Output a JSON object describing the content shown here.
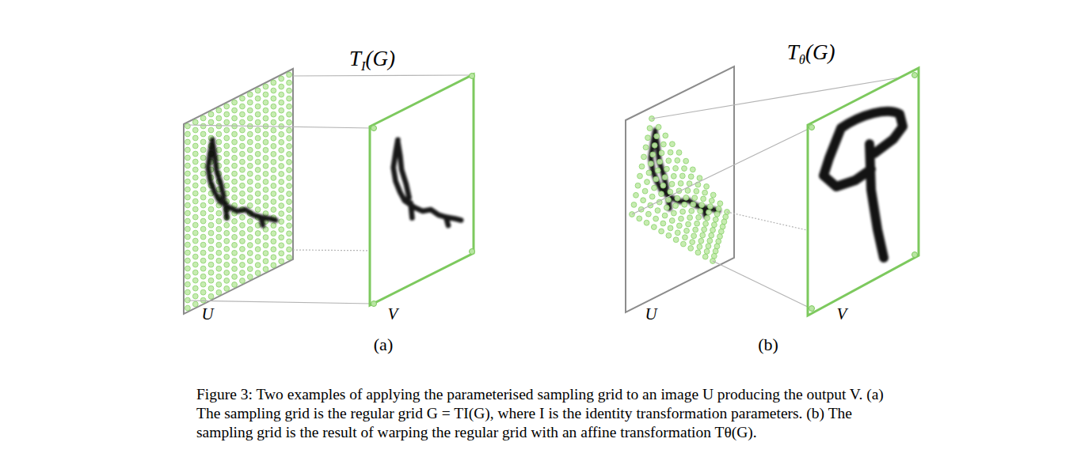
{
  "diagram": {
    "caption": "Figure 3: Two examples of applying the parameterised sampling grid to an image U producing the output V. (a) The sampling grid is the regular grid G = TI(G), where I is the identity transformation parameters. (b) The sampling grid is the result of warping the regular grid with an affine transformation Tθ(G).",
    "labels": [
      "TI(G)",
      "Tθ(G)",
      "U",
      "V",
      "(a)",
      "U",
      "V",
      "(b)"
    ]
  }
}
